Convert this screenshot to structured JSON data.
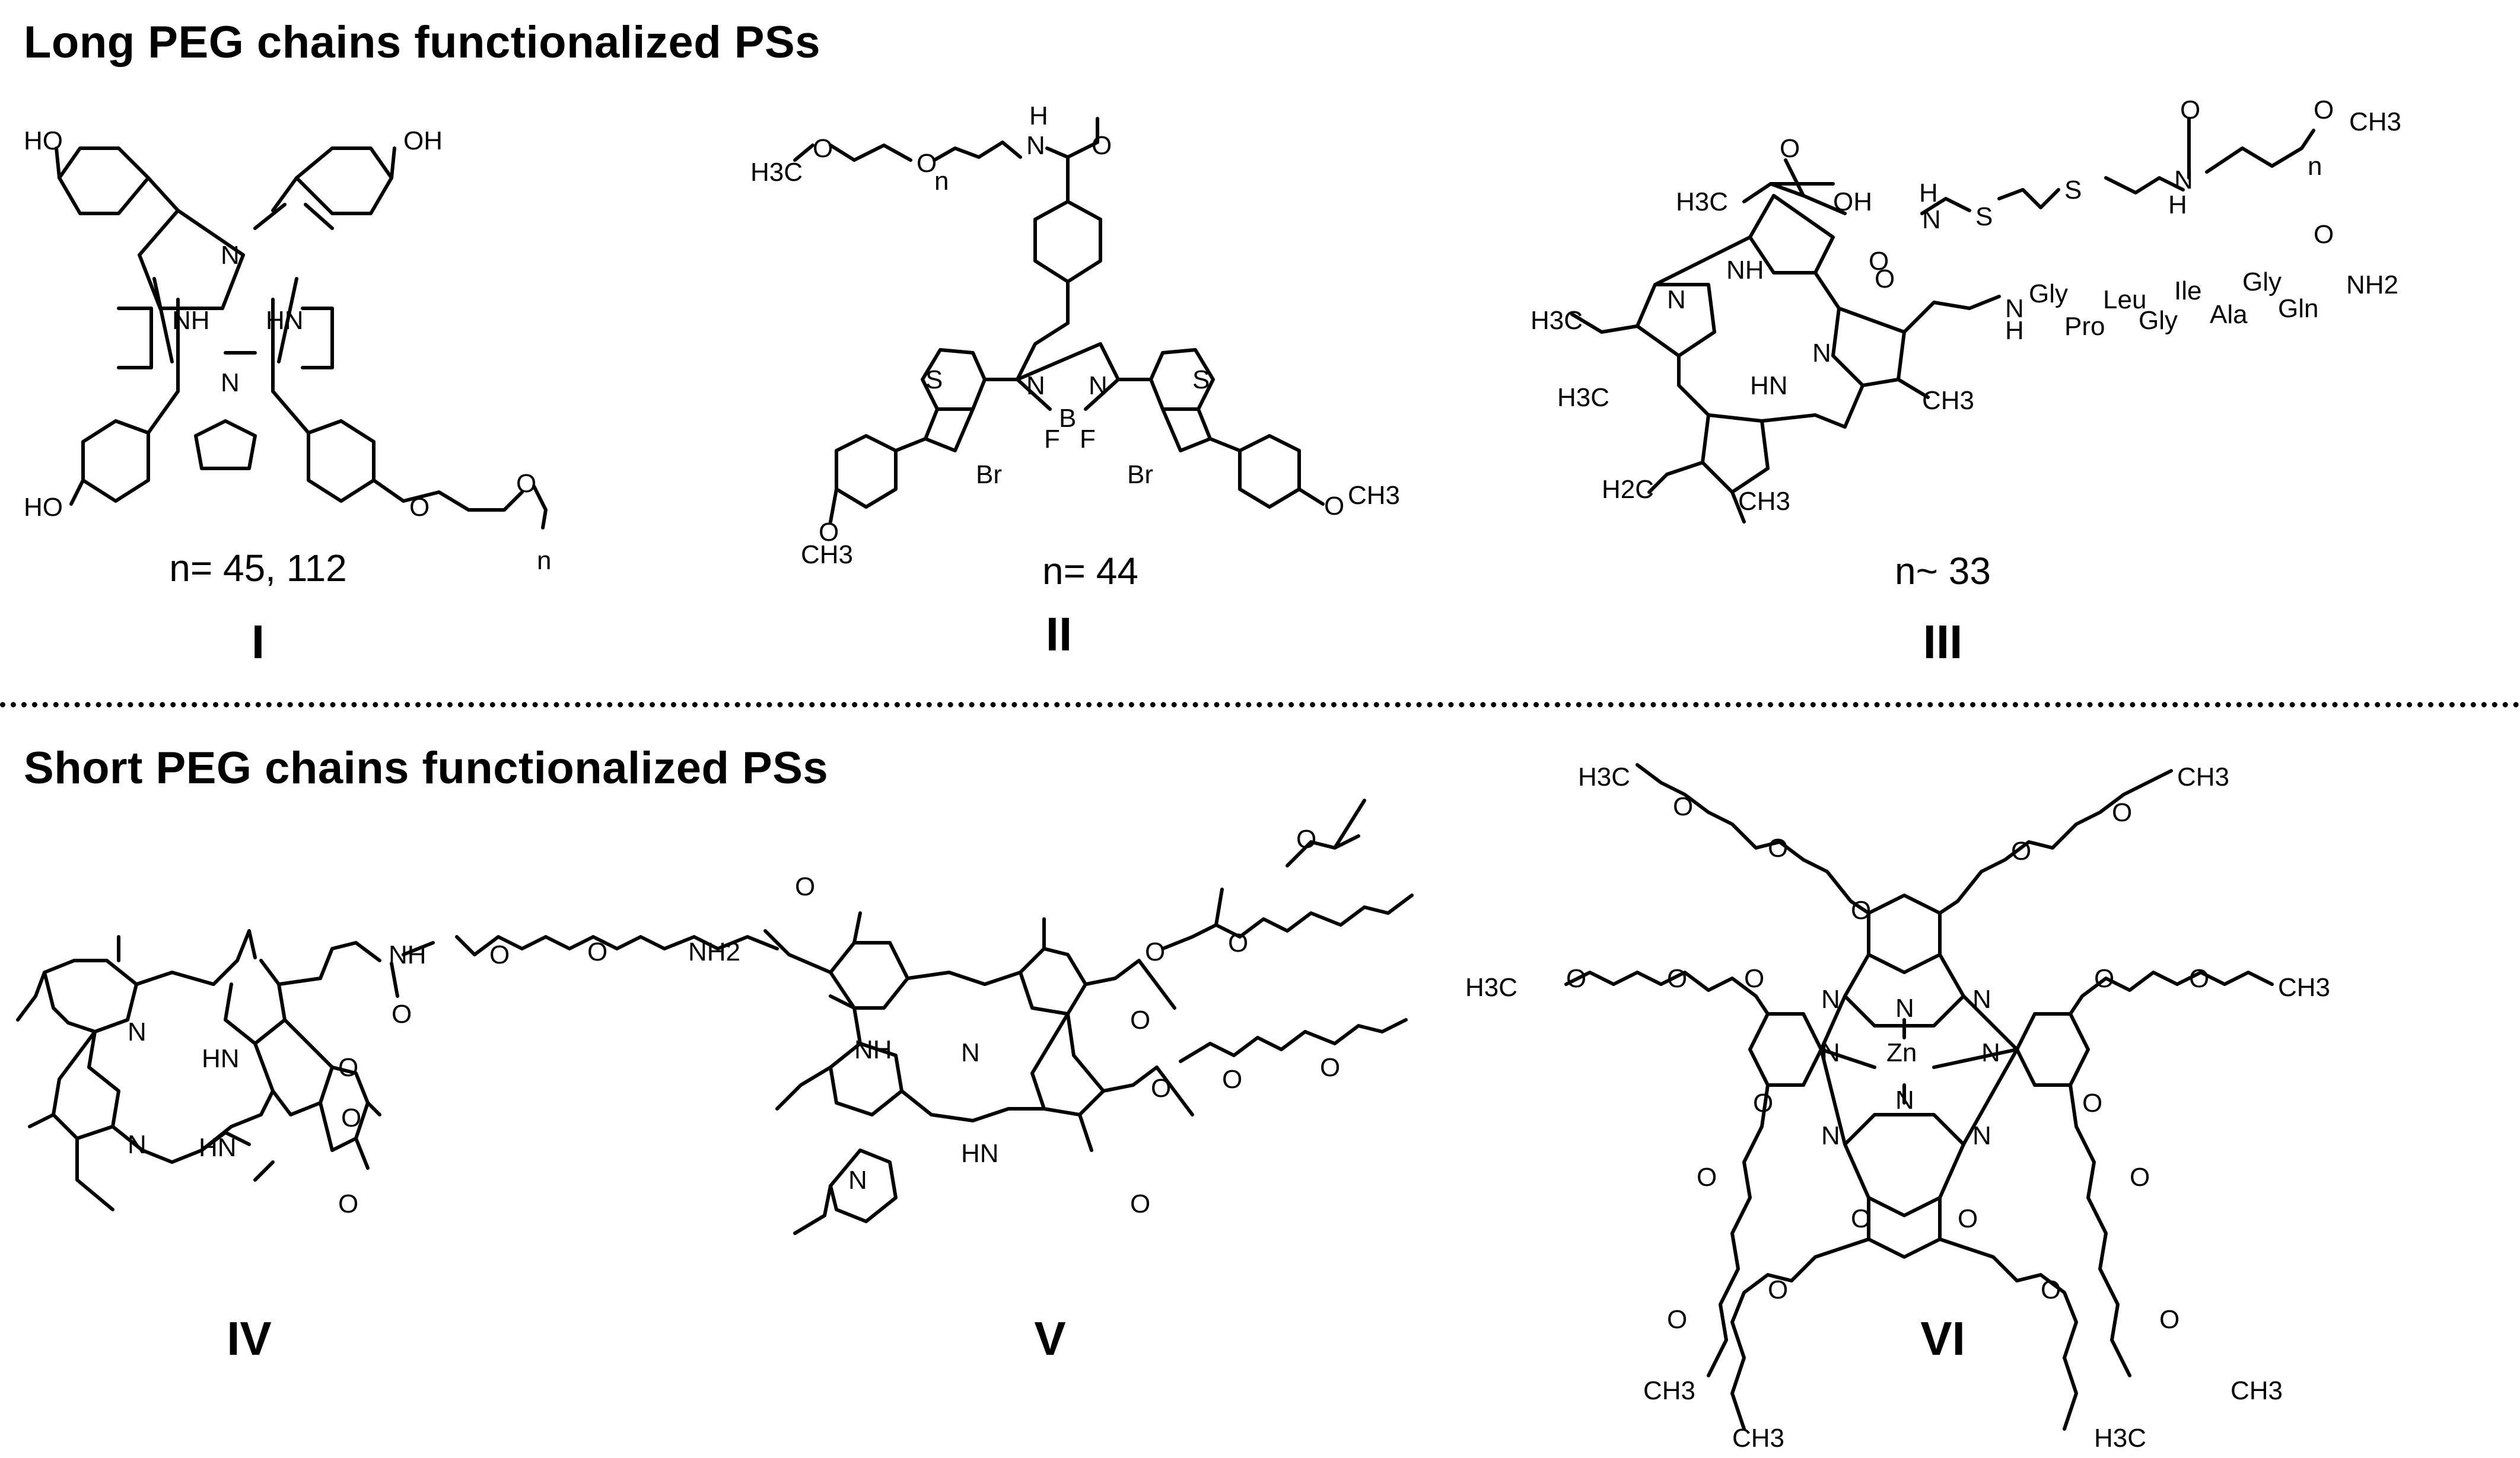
{
  "headings": {
    "long": "Long PEG chains functionalized PSs",
    "short": "Short PEG chains functionalized PSs"
  },
  "compounds": [
    {
      "id": "I",
      "label": "I",
      "n_text": "n= 45, 112"
    },
    {
      "id": "II",
      "label": "II",
      "n_text": "n= 44"
    },
    {
      "id": "III",
      "label": "III",
      "n_text": "n~ 33"
    },
    {
      "id": "IV",
      "label": "IV"
    },
    {
      "id": "V",
      "label": "V"
    },
    {
      "id": "VI",
      "label": "VI"
    }
  ],
  "atoms": {
    "c1": [
      "HO",
      "OH",
      "HO",
      "NH",
      "HN",
      "N",
      "N",
      "O",
      "O",
      "n"
    ],
    "c2": [
      "H3C",
      "O",
      "O",
      "n",
      "H",
      "N",
      "O",
      "S",
      "S",
      "N",
      "N",
      "B",
      "F",
      "F",
      "Br",
      "Br",
      "O",
      "CH3",
      "O",
      "CH3"
    ],
    "c3": [
      "H3C",
      "OH",
      "O",
      "H",
      "N",
      "S",
      "S",
      "H",
      "N",
      "O",
      "O",
      "O",
      "CH3",
      "n",
      "H3C",
      "N",
      "NH",
      "N",
      "O",
      "H",
      "N",
      "Gly",
      "Pro",
      "Leu",
      "Gly",
      "Ile",
      "Ala",
      "Gly",
      "Gln",
      "O",
      "NH2",
      "H3C",
      "HN",
      "CH3",
      "H2C",
      "CH3"
    ],
    "c4": [
      "NH",
      "O",
      "O",
      "O",
      "NH2",
      "O",
      "N",
      "HN",
      "HN",
      "N",
      "O",
      "O",
      "O"
    ],
    "c5": [
      "O",
      "O",
      "O",
      "O",
      "O",
      "O",
      "O",
      "O",
      "NH",
      "N",
      "N",
      "HN"
    ],
    "c6": [
      "H3C",
      "O",
      "O",
      "O",
      "O",
      "O",
      "CH3",
      "H3C",
      "O",
      "O",
      "O",
      "O",
      "O",
      "CH3",
      "N",
      "N",
      "N",
      "N",
      "Zn",
      "N",
      "N",
      "N",
      "N",
      "O",
      "O",
      "O",
      "O",
      "O",
      "O",
      "O",
      "O",
      "O",
      "O",
      "CH3",
      "CH3",
      "H3C",
      "CH3"
    ]
  }
}
